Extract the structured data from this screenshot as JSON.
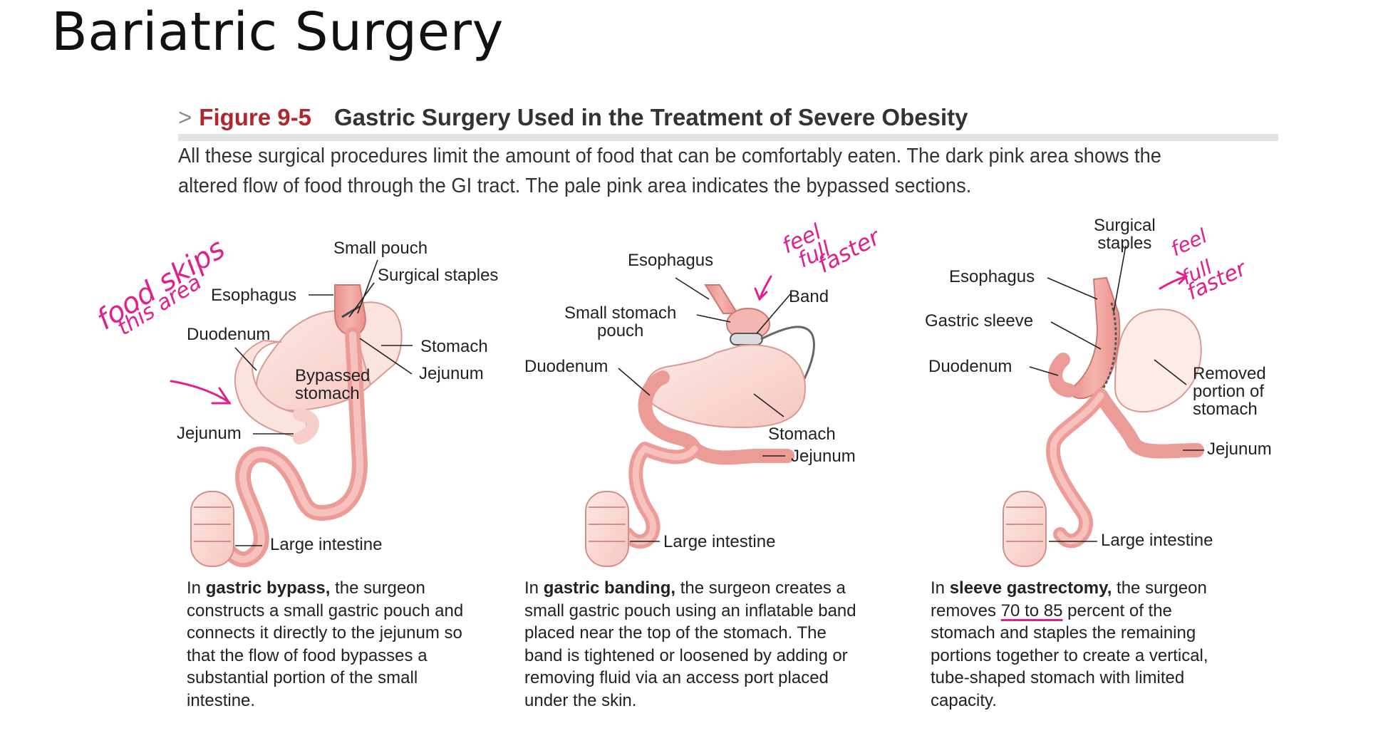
{
  "slide_title": "Bariatric Surgery",
  "figure": {
    "arrow": ">",
    "number": "Figure 9-5",
    "title": "Gastric Surgery Used in the Treatment of Severe Obesity",
    "caption": "All these surgical procedures limit the amount of food that can be comfortably eaten. The dark pink area shows the altered flow of food through the GI tract. The pale pink area indicates the bypassed sections."
  },
  "panels": {
    "bypass": {
      "labels": {
        "small_pouch": "Small pouch",
        "surgical_staples": "Surgical staples",
        "esophagus": "Esophagus",
        "duodenum": "Duodenum",
        "stomach": "Stomach",
        "bypassed_stomach": "Bypassed\nstomach",
        "jejunum_right": "Jejunum",
        "jejunum_left": "Jejunum",
        "large_intestine": "Large intestine"
      },
      "desc_pre": "In ",
      "desc_bold": "gastric bypass,",
      "desc_post": " the surgeon constructs a small gastric pouch and connects it directly to the jejunum so that the flow of food bypasses a substantial portion of the small intestine."
    },
    "banding": {
      "labels": {
        "esophagus": "Esophagus",
        "small_stomach_pouch": "Small stomach\npouch",
        "band": "Band",
        "duodenum": "Duodenum",
        "stomach": "Stomach",
        "jejunum": "Jejunum",
        "large_intestine": "Large intestine"
      },
      "desc_pre": "In ",
      "desc_bold": "gastric banding,",
      "desc_post": " the surgeon creates a small gastric pouch using an inflatable band placed near the top of the stomach. The band is tightened or loosened by adding or removing fluid via an access port placed under the skin."
    },
    "sleeve": {
      "labels": {
        "surgical_staples": "Surgical\nstaples",
        "esophagus": "Esophagus",
        "gastric_sleeve": "Gastric sleeve",
        "duodenum": "Duodenum",
        "removed_portion": "Removed\nportion of\nstomach",
        "jejunum": "Jejunum",
        "large_intestine": "Large intestine"
      },
      "desc_pre": "In ",
      "desc_bold": "sleeve gastrectomy,",
      "desc_mid": " the surgeon removes ",
      "desc_highlight": "70 to 85",
      "desc_post": " percent of the stomach and staples the remaining portions together to create a vertical, tube-shaped stomach with limited capacity."
    }
  },
  "handwriting": {
    "food_skips_1": "food skips",
    "food_skips_2": "this area",
    "feel_full_1_a": "feel",
    "feel_full_1_b": "full",
    "feel_full_1_c": "faster",
    "feel_full_2_a": "feel",
    "feel_full_2_b": "full",
    "feel_full_2_c": "faster"
  },
  "colors": {
    "figure_number": "#b0272d",
    "annotation_ink": "#e0208c",
    "dark_pink": "#f0a3a0",
    "pale_pink": "#fbe3de"
  }
}
